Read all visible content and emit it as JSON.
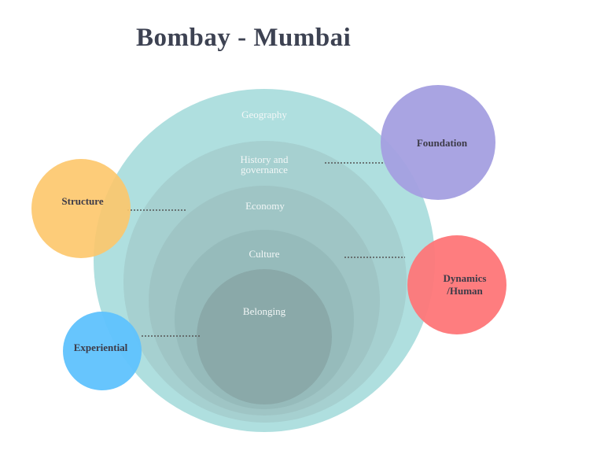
{
  "title": "Bombay - Mumbai",
  "rings": [
    {
      "label": "Geography",
      "color": "#afdfdf"
    },
    {
      "label_lines": [
        "History and",
        "governance"
      ],
      "color": "#a6d0d0"
    },
    {
      "label": "Economy",
      "color": "#9fc5c5"
    },
    {
      "label": "Culture",
      "color": "#96bbbb"
    },
    {
      "label": "Belonging",
      "color": "#8aa9a9"
    }
  ],
  "side_circles": [
    {
      "label": "Foundation",
      "color": "#a49fe0"
    },
    {
      "label": "Structure",
      "color": "#fdc66a"
    },
    {
      "label_lines": [
        "Dynamics",
        "/Human"
      ],
      "color": "#fe7678"
    },
    {
      "label": "Experiential",
      "color": "#5fc2fd"
    }
  ]
}
